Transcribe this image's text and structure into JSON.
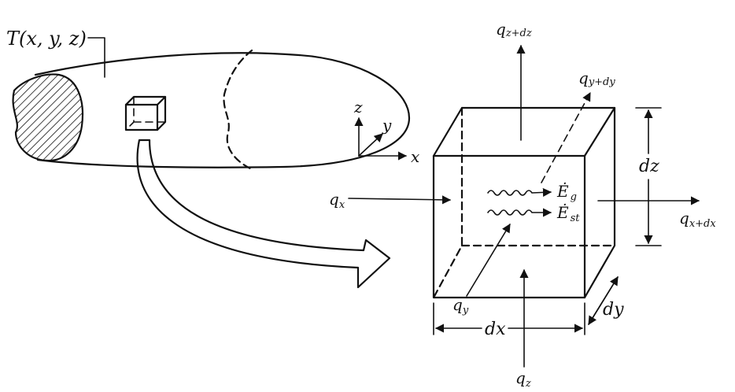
{
  "labels": {
    "temperature_field": "T(x, y, z)",
    "axis_x": "x",
    "axis_y": "y",
    "axis_z": "z",
    "q_x": "q",
    "q_x_sub": "x",
    "q_x_dx": "q",
    "q_x_dx_sub": "x+dx",
    "q_y": "q",
    "q_y_sub": "y",
    "q_y_dy": "q",
    "q_y_dy_sub": "y+dy",
    "q_z": "q",
    "q_z_sub": "z",
    "q_z_dz": "q",
    "q_z_dz_sub": "z+dz",
    "e_gen": "Ė",
    "e_gen_sub": "g",
    "e_st": "Ė",
    "e_st_sub": "st",
    "dim_dx": "dx",
    "dim_dy": "dy",
    "dim_dz": "dz"
  }
}
